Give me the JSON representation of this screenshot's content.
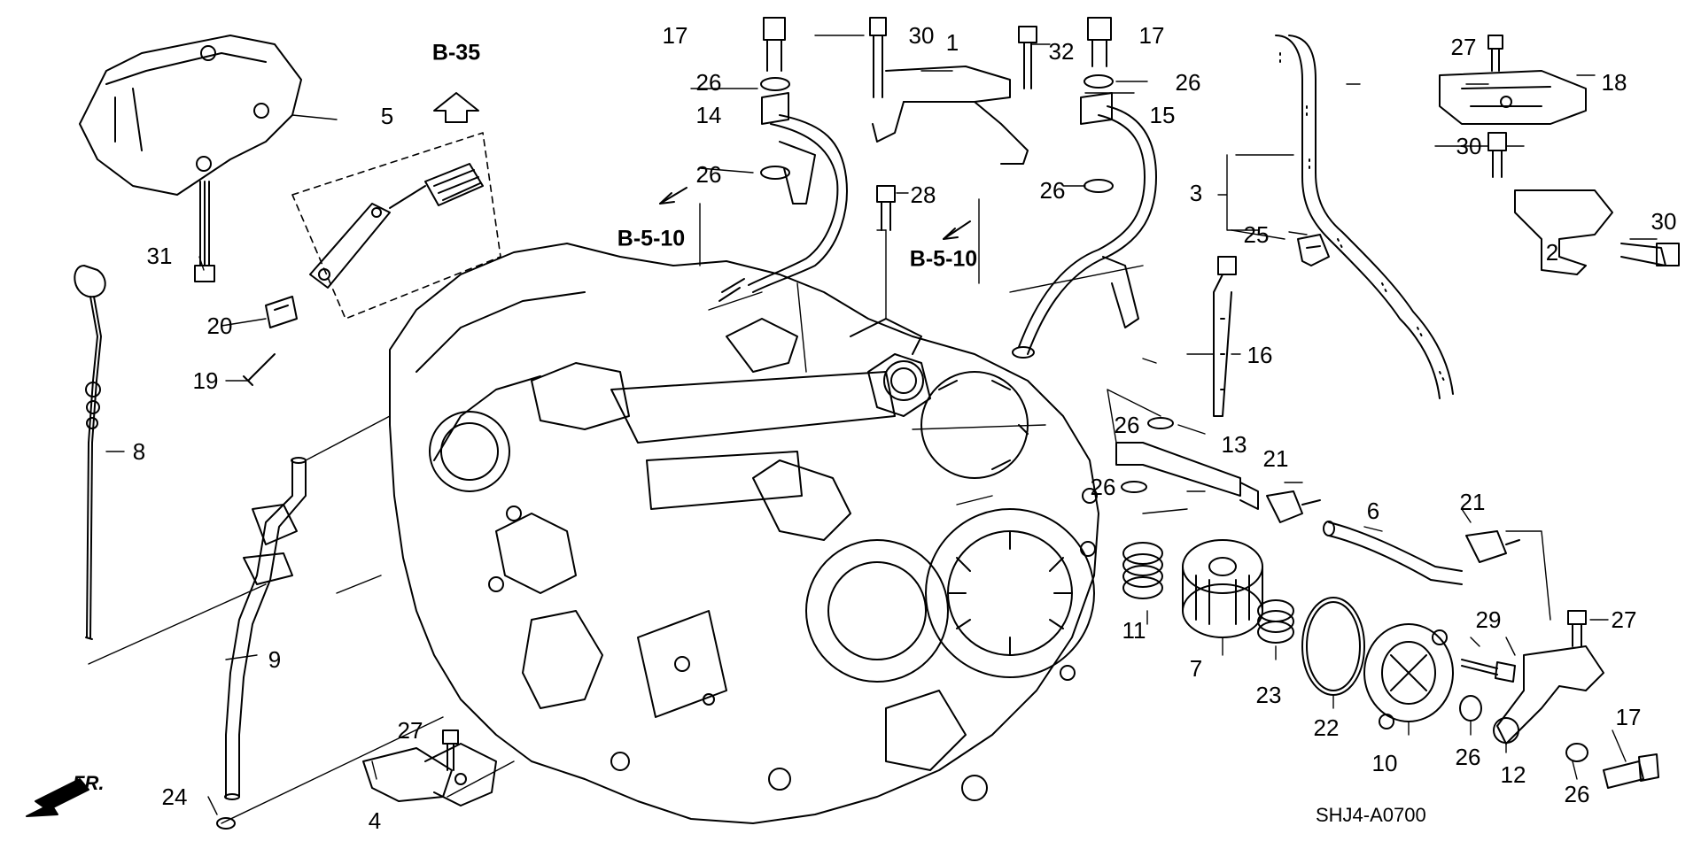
{
  "diagram": {
    "code": "SHJ4-A0700",
    "front_label": "FR.",
    "refs": {
      "b35": "B-35",
      "b510_left": "B-5-10",
      "b510_right": "B-5-10"
    },
    "parts": {
      "p1": "1",
      "p2": "2",
      "p3": "3",
      "p4": "4",
      "p5": "5",
      "p6": "6",
      "p7": "7",
      "p8": "8",
      "p9": "9",
      "p10": "10",
      "p11": "11",
      "p12": "12",
      "p13": "13",
      "p14": "14",
      "p15": "15",
      "p16": "16",
      "p17a": "17",
      "p17b": "17",
      "p17c": "17",
      "p18": "18",
      "p19": "19",
      "p20": "20",
      "p21a": "21",
      "p21b": "21",
      "p22": "22",
      "p23": "23",
      "p24": "24",
      "p25": "25",
      "p26a": "26",
      "p26b": "26",
      "p26c": "26",
      "p26d": "26",
      "p26e": "26",
      "p26f": "26",
      "p26g": "26",
      "p26h": "26",
      "p27a": "27",
      "p27b": "27",
      "p27c": "27",
      "p28": "28",
      "p29": "29",
      "p30a": "30",
      "p30b": "30",
      "p30c": "30",
      "p31": "31",
      "p32": "32"
    }
  }
}
